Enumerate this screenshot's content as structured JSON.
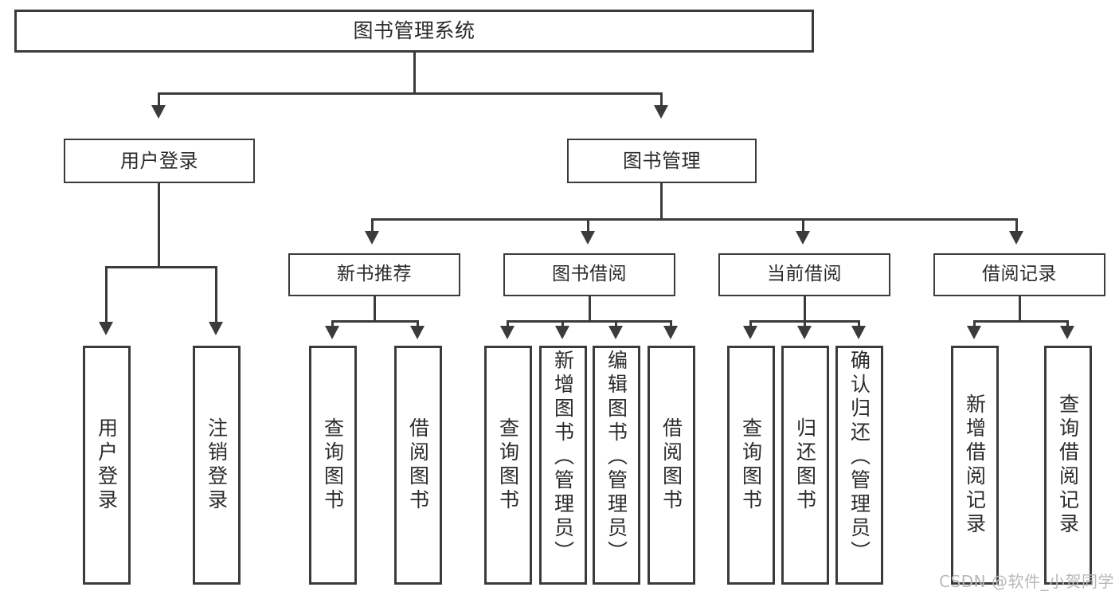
{
  "diagram": {
    "title": "图书管理系统",
    "type": "functional-decomposition-tree",
    "levels": [
      {
        "level": 1,
        "nodes": [
          {
            "id": "root",
            "label": "图书管理系统"
          }
        ]
      },
      {
        "level": 2,
        "nodes": [
          {
            "id": "user-login",
            "label": "用户登录",
            "parent": "root"
          },
          {
            "id": "book-admin",
            "label": "图书管理",
            "parent": "root"
          }
        ]
      },
      {
        "level": 3,
        "nodes": [
          {
            "id": "new-book-rec",
            "label": "新书推荐",
            "parent": "book-admin"
          },
          {
            "id": "book-borrow",
            "label": "图书借阅",
            "parent": "book-admin"
          },
          {
            "id": "current-borrow",
            "label": "当前借阅",
            "parent": "book-admin"
          },
          {
            "id": "borrow-record",
            "label": "借阅记录",
            "parent": "book-admin"
          }
        ]
      },
      {
        "level": 4,
        "nodes": [
          {
            "id": "leaf-user-login",
            "label": "用户登录",
            "parent": "user-login"
          },
          {
            "id": "leaf-logout",
            "label": "注销登录",
            "parent": "user-login"
          },
          {
            "id": "leaf-query-book-1",
            "label": "查询图书",
            "parent": "new-book-rec"
          },
          {
            "id": "leaf-borrow-book-1",
            "label": "借阅图书",
            "parent": "new-book-rec"
          },
          {
            "id": "leaf-query-book-2",
            "label": "查询图书",
            "parent": "book-borrow"
          },
          {
            "id": "leaf-add-book",
            "label": "新增图书（管理员）",
            "parent": "book-borrow"
          },
          {
            "id": "leaf-edit-book",
            "label": "编辑图书（管理员）",
            "parent": "book-borrow"
          },
          {
            "id": "leaf-borrow-book-2",
            "label": "借阅图书",
            "parent": "book-borrow"
          },
          {
            "id": "leaf-query-book-3",
            "label": "查询图书",
            "parent": "current-borrow"
          },
          {
            "id": "leaf-return-book",
            "label": "归还图书",
            "parent": "current-borrow"
          },
          {
            "id": "leaf-confirm-return",
            "label": "确认归还（管理员）",
            "parent": "current-borrow"
          },
          {
            "id": "leaf-add-record",
            "label": "新增借阅记录",
            "parent": "borrow-record"
          },
          {
            "id": "leaf-query-record",
            "label": "查询借阅记录",
            "parent": "borrow-record"
          }
        ]
      }
    ]
  },
  "watermark": {
    "text": "CSDN @软件_小贺同学"
  },
  "colors": {
    "stroke": "#3b3b3b",
    "text": "#2b2b2b",
    "background": "#ffffff",
    "watermark": "#b9b9b9"
  }
}
